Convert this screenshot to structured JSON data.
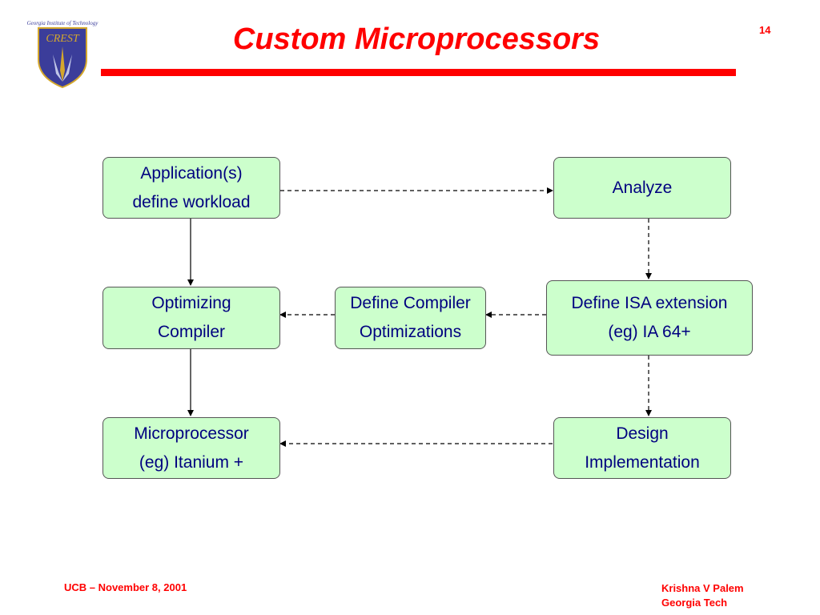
{
  "header": {
    "title": "Custom Microprocessors",
    "page_number": "14"
  },
  "logo": {
    "institute": "Georgia Institute of Technology",
    "name": "CREST"
  },
  "nodes": {
    "application": {
      "line1": "Application(s)",
      "line2": "define workload"
    },
    "analyze": {
      "line1": "Analyze"
    },
    "optimizing_compiler": {
      "line1": "Optimizing",
      "line2": "Compiler"
    },
    "define_compiler": {
      "line1": "Define Compiler",
      "line2": "Optimizations"
    },
    "define_isa": {
      "line1": "Define ISA extension",
      "line2": "(eg) IA 64+"
    },
    "microprocessor": {
      "line1": "Microprocessor",
      "line2": "(eg) Itanium +"
    },
    "design": {
      "line1": "Design",
      "line2": "Implementation"
    }
  },
  "edges": [
    {
      "from": "application",
      "to": "analyze",
      "style": "dashed"
    },
    {
      "from": "application",
      "to": "optimizing_compiler",
      "style": "solid"
    },
    {
      "from": "analyze",
      "to": "define_isa",
      "style": "dashed"
    },
    {
      "from": "define_isa",
      "to": "define_compiler",
      "style": "dashed"
    },
    {
      "from": "define_compiler",
      "to": "optimizing_compiler",
      "style": "dashed"
    },
    {
      "from": "optimizing_compiler",
      "to": "microprocessor",
      "style": "solid"
    },
    {
      "from": "define_isa",
      "to": "design",
      "style": "dashed"
    },
    {
      "from": "design",
      "to": "microprocessor",
      "style": "dashed"
    }
  ],
  "footer": {
    "left": "UCB – November 8, 2001",
    "right_line1": "Krishna V Palem",
    "right_line2": "Georgia Tech"
  },
  "colors": {
    "accent": "#ff0000",
    "box_fill": "#ccffcc",
    "box_text": "#000080",
    "logo_blue": "#3b3d9a",
    "logo_gold": "#d4a72c"
  }
}
